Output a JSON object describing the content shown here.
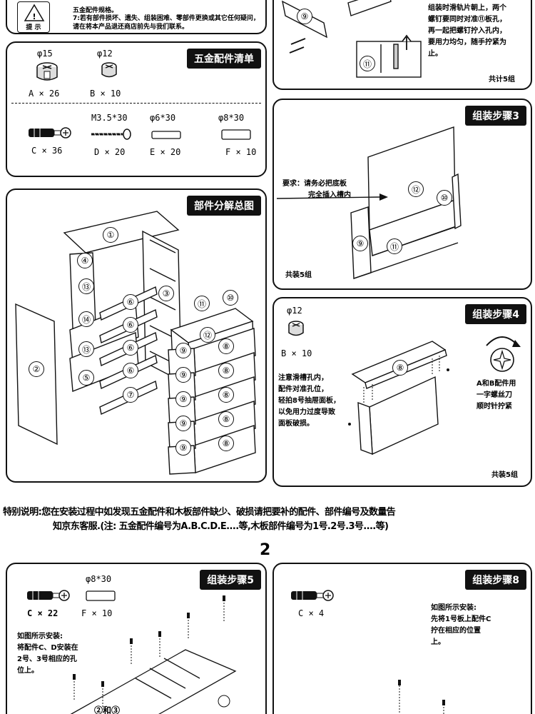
{
  "warning": {
    "badge_label": "提 示",
    "line1": "五金配件规格。",
    "line2": "7:若有部件损坏、遗失、组装困难、零部件更换或其它任何疑问，",
    "line3": "请在将本产品退还商店前先与我们联系。"
  },
  "hardware": {
    "title": "五金配件清单",
    "specs": {
      "a": "φ15",
      "b": "φ12",
      "d": "M3.5*30",
      "e": "φ6*30",
      "f": "φ8*30"
    },
    "counts": {
      "a": "A × 26",
      "b": "B × 10",
      "c": "C × 36",
      "d": "D × 20",
      "e": "E × 20",
      "f": "F × 10"
    }
  },
  "exploded": {
    "title": "部件分解总图",
    "parts": [
      "①",
      "②",
      "③",
      "④",
      "⑤",
      "⑥",
      "⑦",
      "⑧",
      "⑨",
      "⑩",
      "⑪",
      "⑫",
      "⑬",
      "⑭"
    ]
  },
  "step2": {
    "text_lines": [
      "组装时滑轨片朝上，两个",
      "螺钉要同时对准⑪板孔，",
      "再一起把螺钉拧入孔内，",
      "要用力均匀，随手拧紧为",
      "止。"
    ],
    "total": "共计5组"
  },
  "step3": {
    "title": "组装步骤3",
    "requirement": "要求：请务必把底板",
    "requirement2": "完全插入槽内",
    "total": "共装5组"
  },
  "step4": {
    "title": "组装步骤4",
    "spec": "φ12",
    "count": "B × 10",
    "note_lines": [
      "注意滑槽孔内，",
      "配件对准孔位，",
      "轻拍8号抽屉面板，",
      "以免用力过度导致",
      "面板破损。"
    ],
    "right_note": [
      "A和B配件用",
      "一字螺丝刀",
      "顺时针拧紧"
    ],
    "total": "共装5组"
  },
  "special_note": {
    "line1": "特别说明:您在安装过程中如发现五金配件和木板部件缺少、破损请把要补的配件、部件编号及数量告",
    "line2": "知京东客服.(注: 五金配件编号为A.B.C.D.E....等,木板部件编号为1号.2号.3号....等)"
  },
  "page_number": "2",
  "step5": {
    "title": "组装步骤5",
    "spec": "φ8*30",
    "c_count": "C × 22",
    "f_count": "F × 10",
    "note_lines": [
      "如图所示安装:",
      "将配件C、D安装在",
      "2号、3号相应的孔",
      "位上。"
    ],
    "label": "②和③"
  },
  "step8": {
    "title": "组装步骤8",
    "c_count": "C × 4",
    "note_lines": [
      "如图所示安装:",
      "先将1号板上配件C",
      "拧在相应的位置",
      "上。"
    ]
  }
}
